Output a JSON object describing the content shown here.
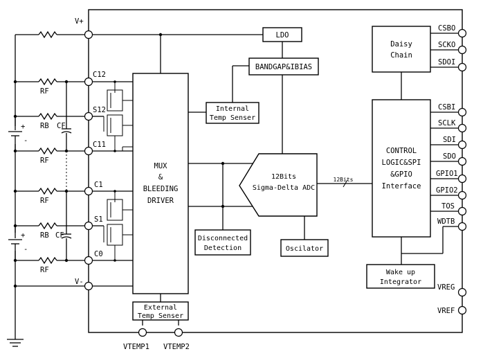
{
  "pins_left": {
    "vplus": "V+",
    "c12": "C12",
    "s12": "S12",
    "c11": "C11",
    "c1": "C1",
    "s1": "S1",
    "c0": "C0",
    "vminus": "V-"
  },
  "pins_bottom": {
    "vtemp1": "VTEMP1",
    "vtemp2": "VTEMP2"
  },
  "pins_right": {
    "csbo": "CSBO",
    "scko": "SCKO",
    "sdoi": "SDOI",
    "csbi": "CSBI",
    "sclk": "SCLK",
    "sdi": "SDI",
    "sdo": "SDO",
    "gpio1": "GPIO1",
    "gpio2": "GPIO2",
    "tos": "TOS",
    "wdtb": "WDTB",
    "vreg": "VREG",
    "vref": "VREF"
  },
  "external": {
    "rf_top": "RF",
    "rb_top": "RB",
    "cf_top": "CF",
    "rf_mid": "RF",
    "rf_low": "RF",
    "rb_low": "RB",
    "cf_low": "CF",
    "rf_bot": "RF",
    "plus_top": "+",
    "minus_top": "-",
    "plus_low": "+",
    "minus_low": "-"
  },
  "blocks": {
    "ldo": "LDO",
    "bandgap": "BANDGAP&IBIAS",
    "internal_temp_1": "Internal",
    "internal_temp_2": "Temp Senser",
    "mux_1": "MUX",
    "mux_2": "&",
    "mux_3": "BLEEDING",
    "mux_4": "DRIVER",
    "adc_1": "12Bits",
    "adc_2": "Sigma-Delta ADC",
    "bus_label": "12Bits",
    "disc_1": "Disconnected",
    "disc_2": "Detection",
    "oscilator": "Oscilator",
    "daisy_1": "Daisy",
    "daisy_2": "Chain",
    "ctrl_1": "CONTROL",
    "ctrl_2": "LOGIC&SPI",
    "ctrl_3": "&GPIO",
    "ctrl_4": "Interface",
    "wake_1": "Wake up",
    "wake_2": "Integrator",
    "ext_temp_1": "External",
    "ext_temp_2": "Temp Senser"
  }
}
